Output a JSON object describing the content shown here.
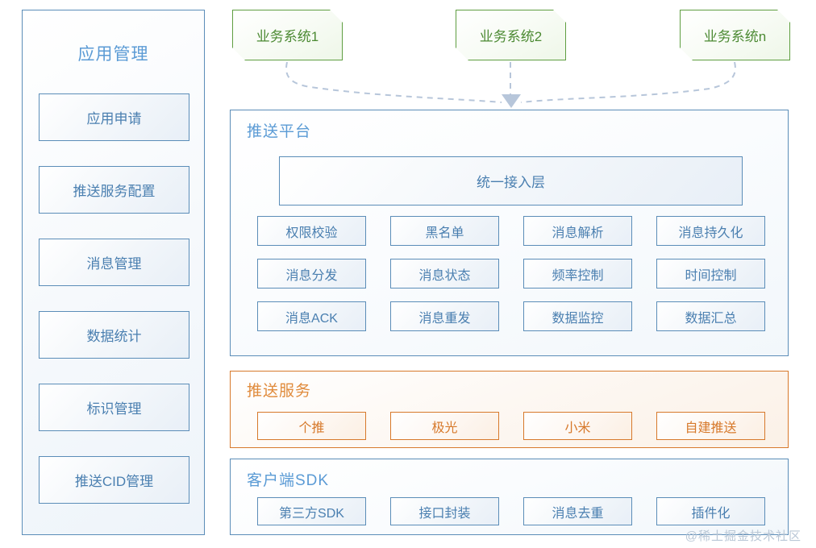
{
  "sidebar": {
    "title": "应用管理",
    "items": [
      {
        "label": "应用申请"
      },
      {
        "label": "推送服务配置"
      },
      {
        "label": "消息管理"
      },
      {
        "label": "数据统计"
      },
      {
        "label": "标识管理"
      },
      {
        "label": "推送CID管理"
      }
    ]
  },
  "business_systems": [
    {
      "label": "业务系统1"
    },
    {
      "label": "业务系统2"
    },
    {
      "label": "业务系统n"
    }
  ],
  "push_platform": {
    "title": "推送平台",
    "unified_layer": "统一接入层",
    "features": [
      {
        "label": "权限校验"
      },
      {
        "label": "黑名单"
      },
      {
        "label": "消息解析"
      },
      {
        "label": "消息持久化"
      },
      {
        "label": "消息分发"
      },
      {
        "label": "消息状态"
      },
      {
        "label": "频率控制"
      },
      {
        "label": "时间控制"
      },
      {
        "label": "消息ACK"
      },
      {
        "label": "消息重发"
      },
      {
        "label": "数据监控"
      },
      {
        "label": "数据汇总"
      }
    ]
  },
  "push_service": {
    "title": "推送服务",
    "providers": [
      {
        "label": "个推"
      },
      {
        "label": "极光"
      },
      {
        "label": "小米"
      },
      {
        "label": "自建推送"
      }
    ]
  },
  "client_sdk": {
    "title": "客户端SDK",
    "modules": [
      {
        "label": "第三方SDK"
      },
      {
        "label": "接口封装"
      },
      {
        "label": "消息去重"
      },
      {
        "label": "插件化"
      }
    ]
  },
  "watermark": "@稀土掘金技术社区",
  "colors": {
    "blue_border": "#5b8db8",
    "blue_text": "#4a7fb0",
    "blue_title": "#5b9bd5",
    "green_border": "#5f9e41",
    "green_text": "#4c8a33",
    "orange_border": "#d7792b",
    "orange_title": "#e08b3c",
    "arrow": "#b7c6da",
    "watermark": "#b9c7d6"
  }
}
